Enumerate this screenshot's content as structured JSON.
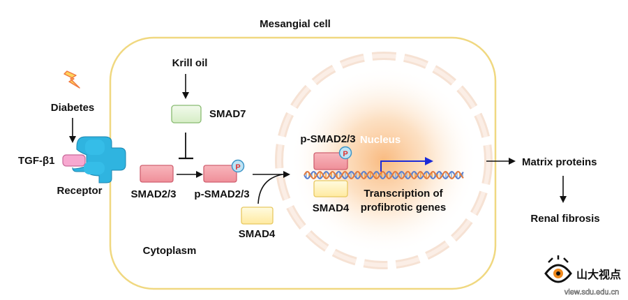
{
  "title": "Mesangial cell",
  "labels": {
    "diabetes": "Diabetes",
    "tgf": "TGF-β1",
    "receptor": "Receptor",
    "krill_oil": "Krill oil",
    "smad7": "SMAD7",
    "smad23": "SMAD2/3",
    "p_smad23_cyto": "p-SMAD2/3",
    "smad4_cyto": "SMAD4",
    "cytoplasm": "Cytoplasm",
    "nucleus": "Nucleus",
    "p_smad23_nuc": "p-SMAD2/3",
    "smad4_nuc": "SMAD4",
    "transcription_line1": "Transcription of",
    "transcription_line2": "profibrotic genes",
    "matrix_proteins": "Matrix proteins",
    "renal_fibrosis": "Renal fibrosis",
    "phospho": "P"
  },
  "watermark": {
    "brand": "山大视点",
    "url": "view.sdu.edu.cn"
  },
  "colors": {
    "cell_border": "#f0d880",
    "smad23_fill": "#f3a0a8",
    "smad23_stroke": "#d06070",
    "smad4_fill": "#fff2b8",
    "smad4_stroke": "#e8c860",
    "smad7_fill": "#e2f2d6",
    "smad7_stroke": "#88bb70",
    "receptor": "#2fb4e0",
    "tgf_fill": "#f7a8d0",
    "nucleus_glow": "#fbd2a2",
    "transcription_arrow": "#1a2ad8"
  }
}
